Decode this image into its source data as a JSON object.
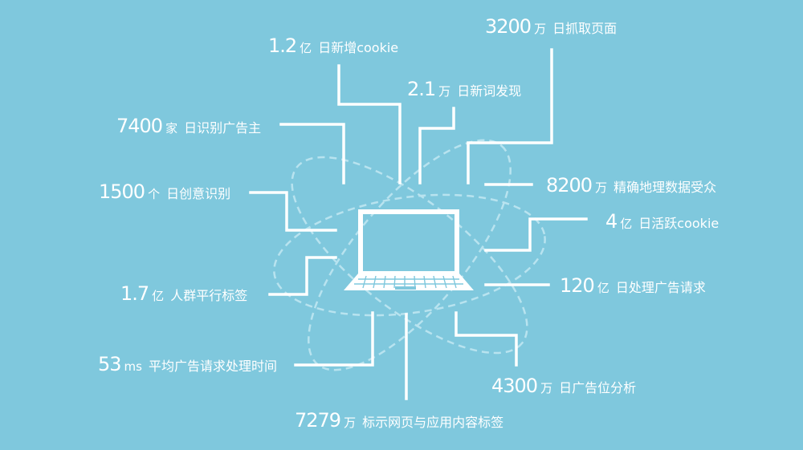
{
  "stats": [
    {
      "id": "crawl-pages",
      "value": "3200",
      "unit": "万",
      "label": "日抓取页面"
    },
    {
      "id": "new-cookie",
      "value": "1.2",
      "unit": "亿",
      "label": "日新增cookie"
    },
    {
      "id": "new-words",
      "value": "2.1",
      "unit": "万",
      "label": "日新词发现"
    },
    {
      "id": "advertisers",
      "value": "7400",
      "unit": "家",
      "label": "日识别广告主"
    },
    {
      "id": "geo-audience",
      "value": "8200",
      "unit": "万",
      "label": "精确地理数据受众"
    },
    {
      "id": "creatives",
      "value": "1500",
      "unit": "个",
      "label": "日创意识别"
    },
    {
      "id": "active-cookie",
      "value": "4",
      "unit": "亿",
      "label": "日活跃cookie"
    },
    {
      "id": "parallel-tags",
      "value": "1.7",
      "unit": "亿",
      "label": "人群平行标签"
    },
    {
      "id": "ad-requests",
      "value": "120",
      "unit": "亿",
      "label": "日处理广告请求"
    },
    {
      "id": "avg-time",
      "value": "53",
      "unit": "ms",
      "label": "平均广告请求处理时间"
    },
    {
      "id": "ad-slots",
      "value": "4300",
      "unit": "万",
      "label": "日广告位分析"
    },
    {
      "id": "page-tags",
      "value": "7279",
      "unit": "万",
      "label": "标示网页与应用内容标签"
    }
  ],
  "colors": {
    "background": "#7fc8dd",
    "foreground": "#ffffff",
    "orbit": "#b8e3ef"
  },
  "icons": {
    "center": "laptop-icon"
  }
}
